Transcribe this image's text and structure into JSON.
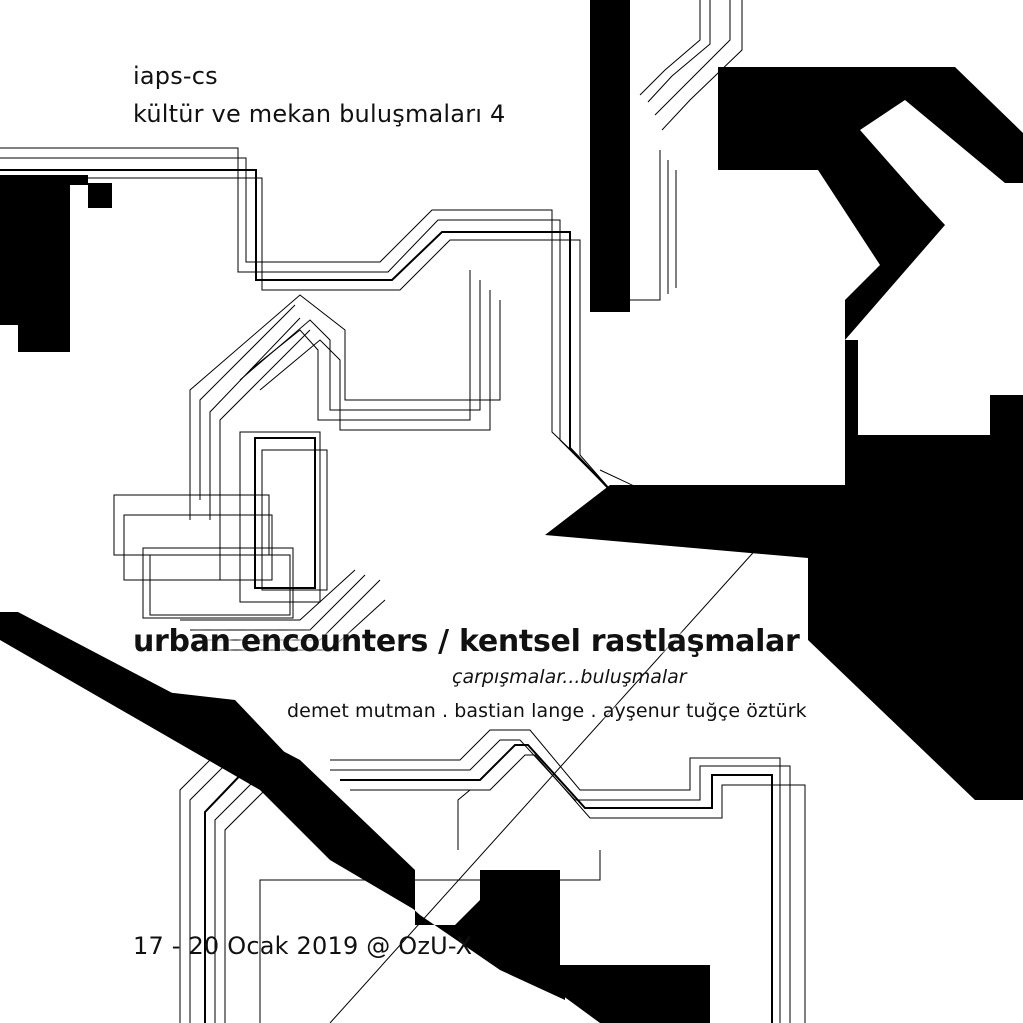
{
  "poster": {
    "organization": "iaps-cs",
    "series": "kültür ve mekan buluşmaları 4",
    "title": "urban encounters  / kentsel rastlaşmalar",
    "subtitle": "çarpışmalar...buluşmalar",
    "speakers": "demet mutman . bastian lange . ayşenur tuğçe öztürk",
    "dates": "17 - 20 Ocak 2019 @ OzU-X"
  },
  "colors": {
    "background": "#ffffff",
    "ink": "#000000"
  }
}
